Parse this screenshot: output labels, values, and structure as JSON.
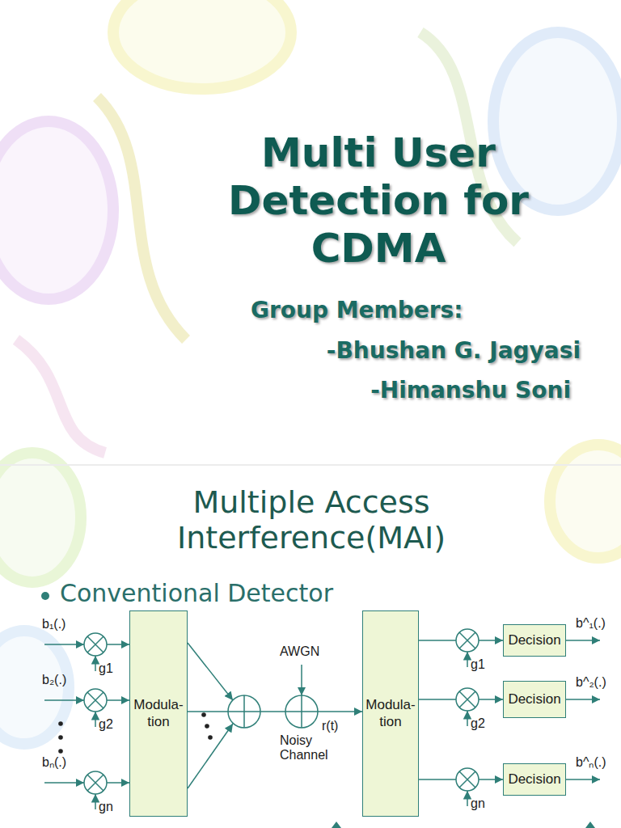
{
  "diagram": {
    "title": "Multi User Detection for CDMA",
    "nodes": [
      {
        "text": [
          "Modula- tion"
        ]
      },
      {
        "text": [
          "Modula- tion"
        ]
      },
      {
        "text": [
          "Decision"
        ]
      },
      {
        "text": [
          "Decision"
        ]
      },
      {
        "text": [
          "Decision"
        ]
      }
    ],
    "edges": [
      {
        "from": 0,
        "to": 1,
        "arrow": "to"
      },
      {
        "from": 1,
        "to": 2,
        "arrow": "to"
      },
      {
        "from": 1,
        "to": 3,
        "arrow": "to"
      },
      {
        "from": 1,
        "to": 4,
        "arrow": "to"
      }
    ],
    "labels": [
      "Group Members:",
      "-Bhushan G. Jagyasi",
      "-Himanshu Soni",
      "Multiple Access Interference(MAI)",
      "Conventional Detector",
      "b₁(.)",
      "b₂(.)",
      "bₙ(.)",
      "g1",
      "g2",
      "gn",
      "AWGN",
      "r(t)",
      "Noisy Channel",
      "g1",
      "g2",
      "gn",
      "b^₁(.)",
      "b^₂(.)",
      "b^ₙ(.)"
    ]
  }
}
